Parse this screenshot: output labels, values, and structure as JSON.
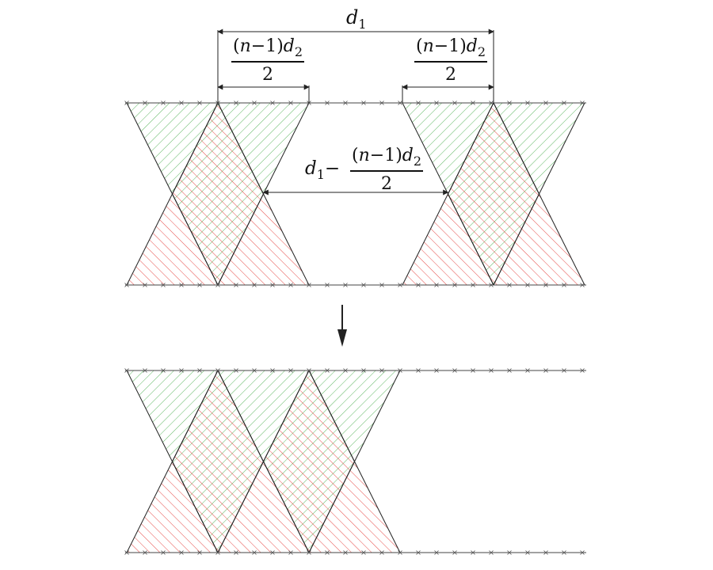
{
  "labels": {
    "d1_var": "d",
    "d1_sub": "1",
    "half_left": {
      "open": "(",
      "n": "n",
      "minus_one": "−1)",
      "d": "d",
      "sub": "2",
      "den": "2"
    },
    "half_right": {
      "open": "(",
      "n": "n",
      "minus_one": "−1)",
      "d": "d",
      "sub": "2",
      "den": "2"
    },
    "gap": {
      "d": "d",
      "sub": "1",
      "minus": "−",
      "open": "(",
      "n": "n",
      "minus_one": "−1)",
      "d2": "d",
      "sub2": "2",
      "den": "2"
    }
  },
  "colors": {
    "green_hatch": "#4caf50",
    "red_hatch": "#e53935",
    "line": "#222222",
    "cross_mark": "#555555"
  }
}
